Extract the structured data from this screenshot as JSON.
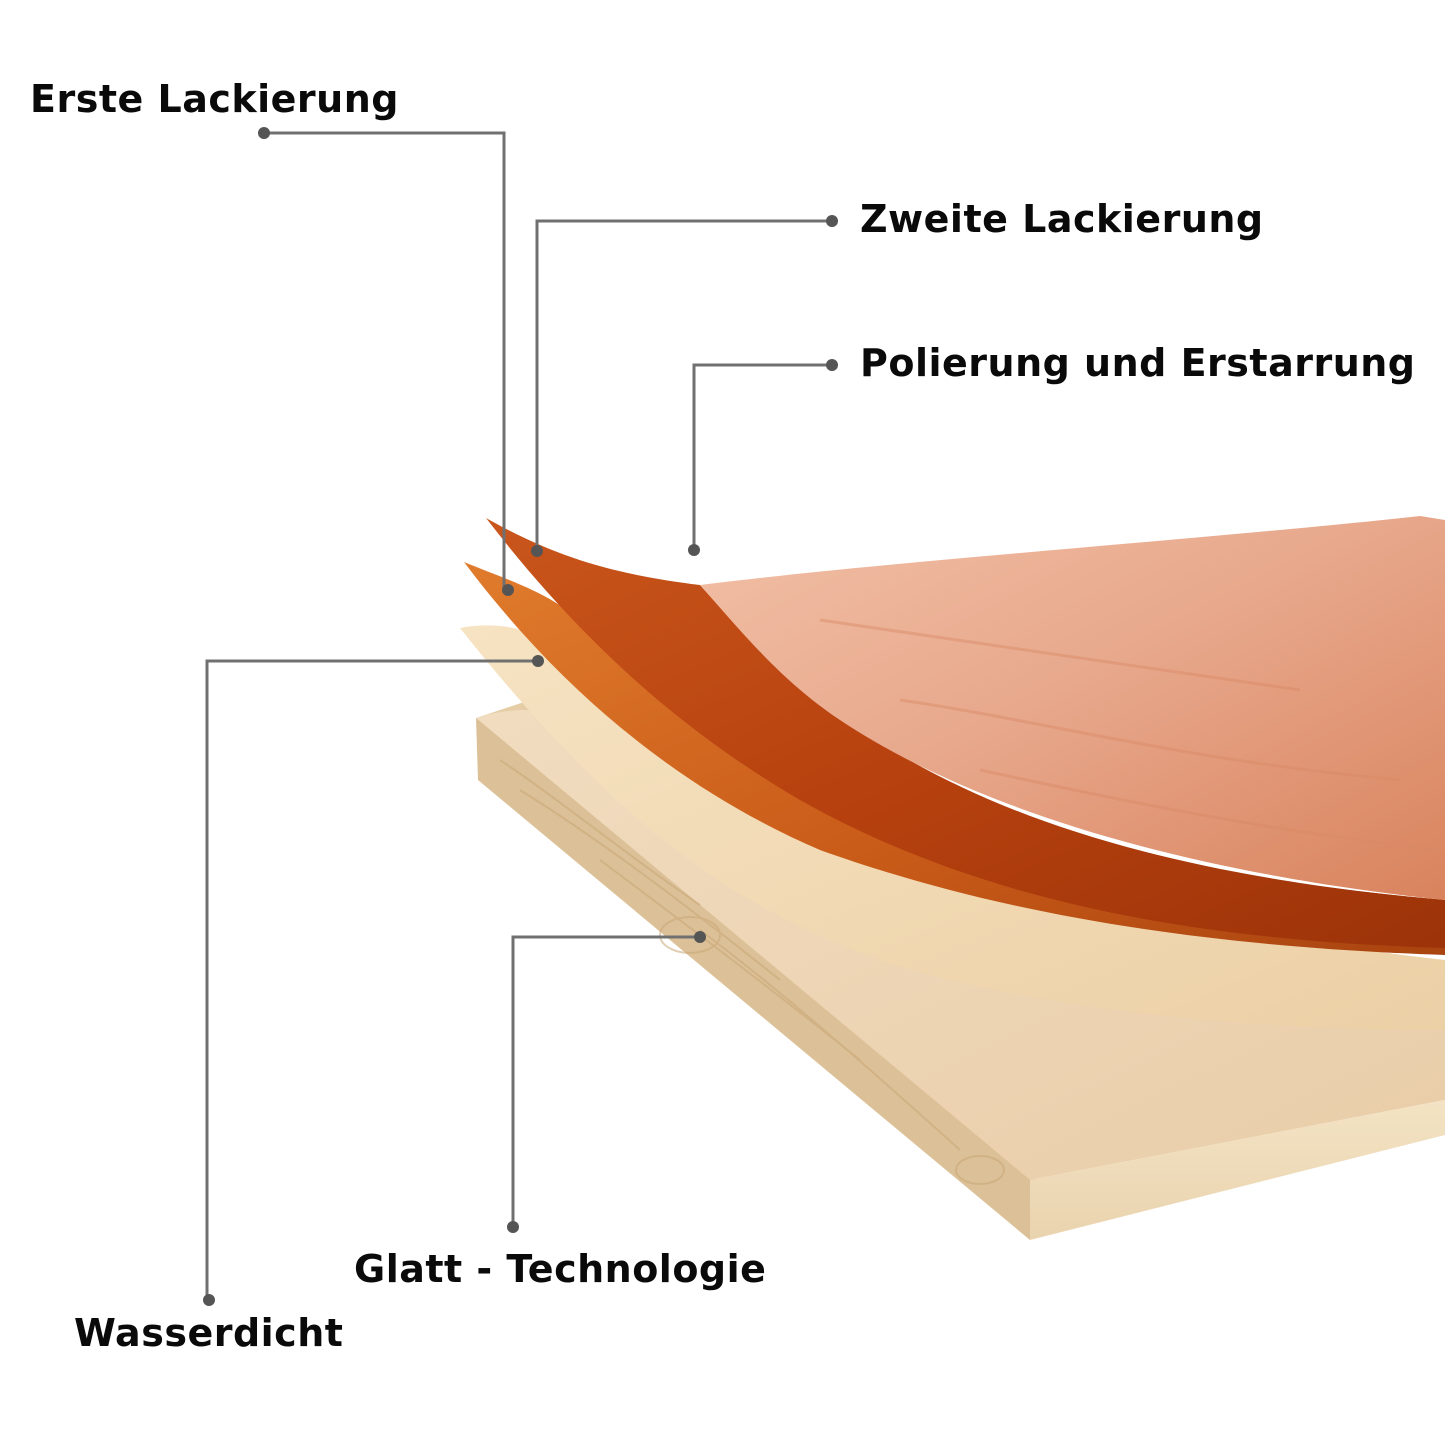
{
  "diagram": {
    "layers": [
      {
        "id": "first-coat",
        "label": "Erste Lackierung"
      },
      {
        "id": "second-coat",
        "label": "Zweite Lackierung"
      },
      {
        "id": "polish",
        "label": "Polierung und Erstarrung"
      },
      {
        "id": "waterproof",
        "label": "Wasserdicht"
      },
      {
        "id": "smooth",
        "label": "Glatt - Technologie"
      }
    ],
    "colors": {
      "leader_line": "#707070",
      "leader_dot": "#555555",
      "top_veneer": "#e7a88c",
      "veneer_edge": "#b8420f",
      "cream_layer": "#f1dcb7",
      "board_top": "#ecd3b3",
      "board_edge": "#e3c9a0"
    }
  }
}
